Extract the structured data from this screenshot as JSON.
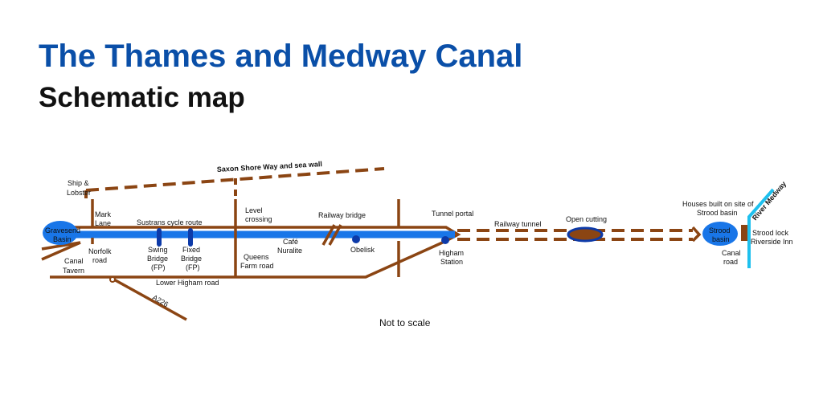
{
  "header": {
    "title": "The Thames and Medway Canal",
    "subtitle": "Schematic map"
  },
  "labels": {
    "ship_lobster_1": "Ship &",
    "ship_lobster_2": "Lobster",
    "saxon_shore": "Saxon Shore Way and sea wall",
    "mark_lane_1": "Mark",
    "mark_lane_2": "Lane",
    "sustrans": "Sustrans cycle route",
    "level_crossing_1": "Level",
    "level_crossing_2": "crossing",
    "railway_bridge": "Railway bridge",
    "tunnel_portal": "Tunnel portal",
    "railway_tunnel": "Railway tunnel",
    "open_cutting": "Open cutting",
    "houses_1": "Houses built on site of",
    "houses_2": "Strood basin",
    "river_medway": "River Medway",
    "gravesend_1": "Gravesend",
    "gravesend_2": "Basin",
    "strood_1": "Strood",
    "strood_2": "basin",
    "strood_lock": "Strood lock",
    "riverside_inn": "Riverside Inn",
    "canal_road_1": "Canal",
    "canal_road_2": "road",
    "norfolk_1": "Norfolk",
    "norfolk_2": "road",
    "canal_tavern_1": "Canal",
    "canal_tavern_2": "Tavern",
    "swing_1": "Swing",
    "swing_2": "Bridge",
    "swing_3": "(FP)",
    "fixed_1": "Fixed",
    "fixed_2": "Bridge",
    "fixed_3": "(FP)",
    "queens_1": "Queens",
    "queens_2": "Farm road",
    "cafe_1": "Café",
    "cafe_2": "Nuralite",
    "obelisk": "Obelisk",
    "higham_1": "Higham",
    "higham_2": "Station",
    "lower_higham": "Lower Higham road",
    "a226": "A226",
    "not_to_scale": "Not to scale"
  },
  "colors": {
    "title": "#0a4fa8",
    "canal": "#1976e8",
    "road": "#8b4513",
    "river": "#1ec0ee",
    "marker": "#0d3aa8"
  }
}
